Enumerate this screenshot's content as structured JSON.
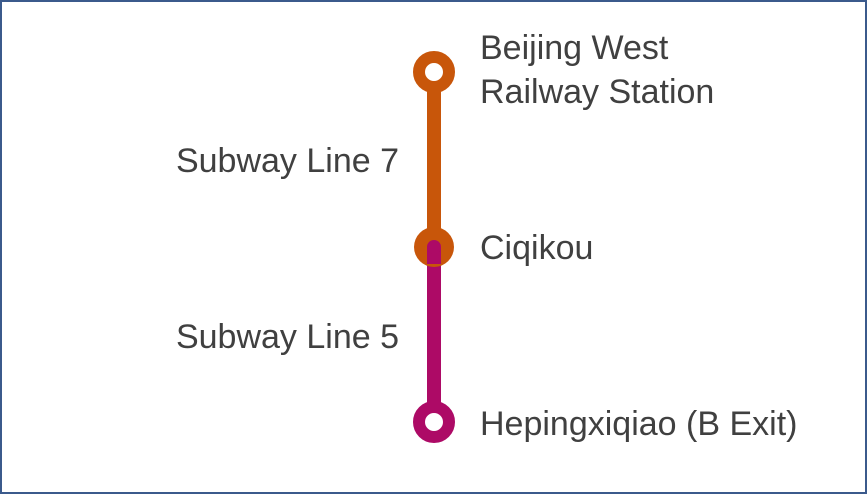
{
  "colors": {
    "line7": "#c8560a",
    "line5": "#ad0a66",
    "text": "#404040",
    "border": "#3b5a8c",
    "station_fill": "#ffffff"
  },
  "stations": [
    {
      "name_line1": "Beijing West",
      "name_line2": "Railway Station"
    },
    {
      "name": "Ciqikou"
    },
    {
      "name": "Hepingxiqiao (B Exit)"
    }
  ],
  "lines": [
    {
      "name": "Subway Line 7",
      "color": "#c8560a"
    },
    {
      "name": "Subway Line 5",
      "color": "#ad0a66"
    }
  ]
}
